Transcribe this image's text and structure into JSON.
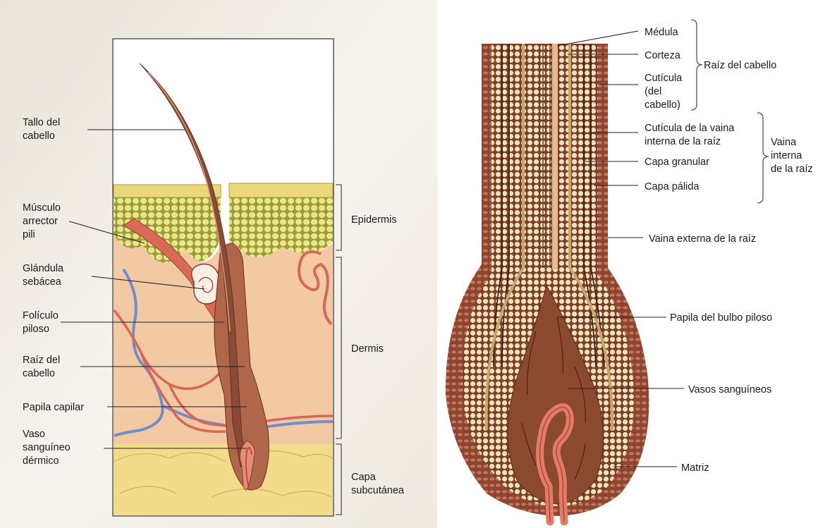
{
  "left_panel": {
    "labels": {
      "tallo": [
        "Tallo del",
        "cabello"
      ],
      "musculo": [
        "Músculo",
        "arrector",
        "pili"
      ],
      "glandula": [
        "Glándula",
        "sebácea"
      ],
      "foliculo": [
        "Folículo",
        "piloso"
      ],
      "raiz": [
        "Raíz del",
        "cabello"
      ],
      "papila_capilar": [
        "Papila capilar"
      ],
      "vaso": [
        "Vaso",
        "sanguíneo",
        "dérmico"
      ]
    },
    "layers": {
      "epidermis": "Epidermis",
      "dermis": "Dermis",
      "subcutanea": [
        "Capa",
        "subcutánea"
      ]
    }
  },
  "right_panel": {
    "labels": {
      "medula": [
        "Médula"
      ],
      "corteza": [
        "Corteza"
      ],
      "cuticula": [
        "Cutícula",
        "(del",
        "cabello)"
      ],
      "cuticula_vaina": [
        "Cutícula de la vaina",
        "interna de la raíz"
      ],
      "capa_granular": [
        "Capa granular"
      ],
      "capa_palida": [
        "Capa pálida"
      ],
      "vaina_externa": [
        "Vaina externa de la raíz"
      ],
      "papila_bulbo": [
        "Papila del bulbo piloso"
      ],
      "vasos": [
        "Vasos sanguíneos"
      ],
      "matriz": [
        "Matriz"
      ]
    },
    "groups": {
      "raiz_cabello": [
        "Raíz del cabello"
      ],
      "vaina_interna": [
        "Vaina",
        "interna",
        "de la raíz"
      ]
    }
  },
  "colors": {
    "epidermis_top": "#e9d77a",
    "epidermis_cells": "#c9c96a",
    "dermis": "#f3c9a4",
    "subcutaneous": "#f2dc8c",
    "hair": "#8a4a35",
    "follicle": "#b0664b",
    "blood_red": "#d9665a",
    "blood_blue": "#6f8fc8",
    "background": "#f3efe8"
  }
}
